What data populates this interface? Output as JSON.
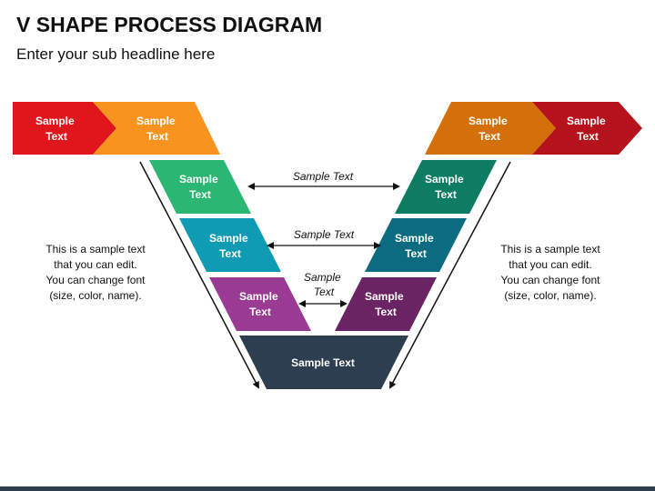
{
  "header": {
    "title": "V SHAPE PROCESS DIAGRAM",
    "subtitle": "Enter your sub headline here"
  },
  "top_row": {
    "left_red": {
      "label": [
        "Sample",
        "Text"
      ],
      "color": "#e0161c"
    },
    "left_orange": {
      "label": [
        "Sample",
        "Text"
      ],
      "color": "#f7931e"
    },
    "right_orange": {
      "label": [
        "Sample",
        "Text"
      ],
      "color": "#d4700a"
    },
    "right_red": {
      "label": [
        "Sample",
        "Text"
      ],
      "color": "#b5121b"
    }
  },
  "v_levels": [
    {
      "left": {
        "label": [
          "Sample",
          "Text"
        ],
        "color": "#2bb673"
      },
      "right": {
        "label": [
          "Sample",
          "Text"
        ],
        "color": "#0e7c63"
      },
      "connector": {
        "label": [
          "Sample Text"
        ]
      }
    },
    {
      "left": {
        "label": [
          "Sample",
          "Text"
        ],
        "color": "#0f9bb4"
      },
      "right": {
        "label": [
          "Sample",
          "Text"
        ],
        "color": "#0b6b80"
      },
      "connector": {
        "label": [
          "Sample Text"
        ]
      }
    },
    {
      "left": {
        "label": [
          "Sample",
          "Text"
        ],
        "color": "#9a3b93"
      },
      "right": {
        "label": [
          "Sample",
          "Text"
        ],
        "color": "#6a2464"
      },
      "connector": {
        "label": [
          "Sample",
          "Text"
        ]
      }
    }
  ],
  "bottom": {
    "label": [
      "Sample Text"
    ],
    "color": "#2c3e50"
  },
  "side_text": {
    "left": [
      "This is a sample text",
      "that you can edit.",
      "You can change font",
      "(size, color, name)."
    ],
    "right": [
      "This is a sample text",
      "that you can edit.",
      "You can change font",
      "(size, color, name)."
    ]
  },
  "colors": {
    "footer": "#2f3e4d",
    "arrow": "#111111"
  }
}
